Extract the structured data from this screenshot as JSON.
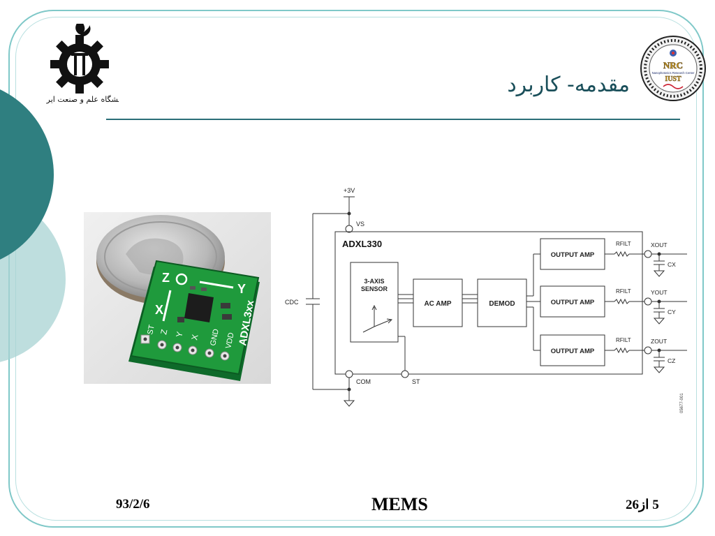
{
  "slide": {
    "title": "مقدمه- کاربرد",
    "accent_color": "#2a6e78"
  },
  "logos": {
    "left_caption": "دانشگاه علم و صنعت ایران",
    "right_line1": "NRC",
    "right_line2": "Nanophotonics Research Center",
    "right_line3": "IUST"
  },
  "photo": {
    "board_label": "ADXL3xx",
    "axis_z": "Z",
    "axis_y": "Y",
    "axis_x": "X",
    "pin_st": "ST",
    "pin_z": "Z",
    "pin_y": "Y",
    "pin_x": "X",
    "pin_gnd": "GND",
    "pin_vdd": "VDD"
  },
  "diagram": {
    "supply": "+3V",
    "vs": "VS",
    "chip": "ADXL330",
    "sensor_line1": "3-AXIS",
    "sensor_line2": "SENSOR",
    "ac_amp": "AC AMP",
    "demod": "DEMOD",
    "output_amp_1": "OUTPUT AMP",
    "output_amp_2": "OUTPUT AMP",
    "output_amp_3": "OUTPUT AMP",
    "rfilt_1": "RFILT",
    "rfilt_2": "RFILT",
    "rfilt_3": "RFILT",
    "xout": "XOUT",
    "yout": "YOUT",
    "zout": "ZOUT",
    "cx": "CX",
    "cy": "CY",
    "cz": "CZ",
    "cdc": "CDC",
    "com": "COM",
    "st": "ST",
    "figure_code": "05677-001"
  },
  "footer": {
    "date": "93/2/6",
    "title": "MEMS",
    "page": "5 از26"
  }
}
